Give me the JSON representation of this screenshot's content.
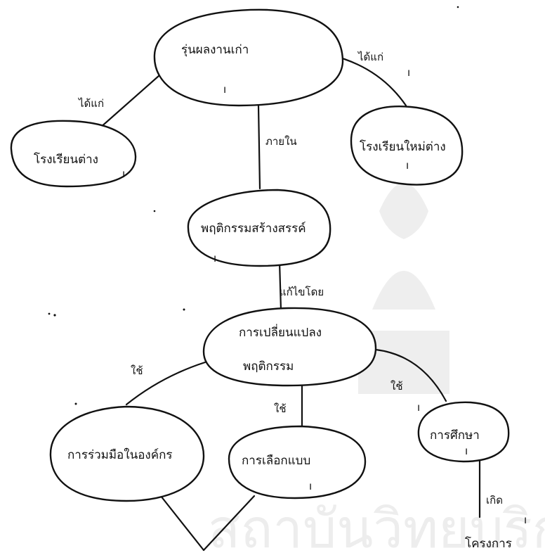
{
  "watermark": {
    "text": "สถาบันวิทยบริการ",
    "color": "#ededed"
  },
  "nodes": {
    "top": "รุ่นผลงานเก่า",
    "left": "โรงเรียนต่าง",
    "right": "โรงเรียนใหม่ต่าง",
    "middle": "พฤติกรรมสร้างสรรค์",
    "center_line1": "การเปลี่ยนแปลง",
    "center_line2": "พฤติกรรม",
    "bottom_left": "การร่วมมือในองค์กร",
    "bottom_mid": "การเลือกแบบ",
    "bottom_right": "การศึกษา",
    "leaf": "โครงการ"
  },
  "edges": {
    "top_left": "ได้แก่",
    "top_right": "ได้แก่",
    "top_middle": "ภายใน",
    "middle_center": "แก้ไขโดย",
    "center_bottom_left": "ใช้",
    "center_bottom_mid": "ใช้",
    "center_bottom_right": "ใช้",
    "bottom_right_leaf": "เกิด"
  }
}
